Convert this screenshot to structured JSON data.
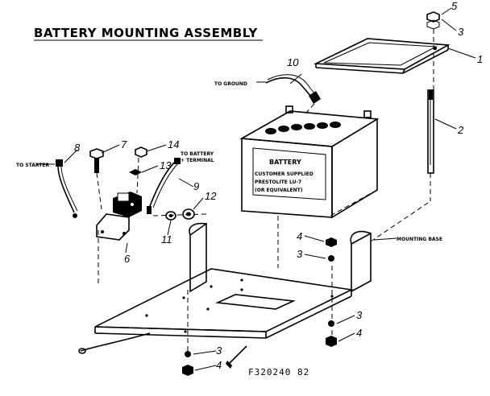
{
  "title": "BATTERY MOUNTING ASSEMBLY",
  "figure_code": "F320240 82",
  "notes": {
    "to_ground": "TO GROUND",
    "to_starter": "TO STARTER",
    "to_battery_1": "TO BATTERY",
    "to_battery_2": "+ TERMINAL",
    "mounting_base": "MOUNTING BASE"
  },
  "battery": {
    "line1": "BATTERY",
    "line2": "CUSTOMER SUPPLIED",
    "line3": "PRESTOLITE LU-7",
    "line4": "(OR EQUIVALENT)"
  },
  "callouts": {
    "c1": "1",
    "c2": "2",
    "c3a": "3",
    "c5": "5",
    "c10": "10",
    "c8": "8",
    "c7": "7",
    "c14": "14",
    "c13": "13",
    "c9": "9",
    "c12": "12",
    "c11": "11",
    "c6": "6",
    "c4a": "4",
    "c3b": "3",
    "c3c": "3",
    "c4b": "4",
    "c3d": "3",
    "c4c": "4"
  }
}
